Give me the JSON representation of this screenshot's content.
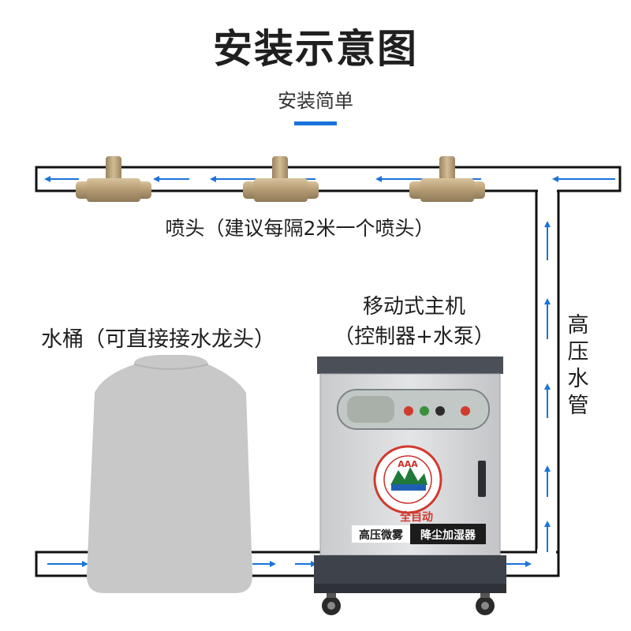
{
  "header": {
    "title": "安装示意图",
    "subtitle": "安装简单",
    "accent_color": "#1a73d9"
  },
  "labels": {
    "nozzle": "喷头（建议每隔2米一个喷头）",
    "tank": "水桶（可直接接水龙头）",
    "host_line1": "移动式主机",
    "host_line2": "（控制器+水泵）",
    "pipe": [
      "高",
      "压",
      "水",
      "管"
    ]
  },
  "machine": {
    "badge": "AAA",
    "tag_auto": "全自动",
    "tag_left": "高压微雾",
    "tag_right": "降尘加湿器"
  },
  "colors": {
    "pipe_outline": "#111111",
    "arrow": "#1a73d9",
    "nozzle": "#b89f7a",
    "tank": "#c8c8c8",
    "cabinet": "#d9dadc"
  }
}
